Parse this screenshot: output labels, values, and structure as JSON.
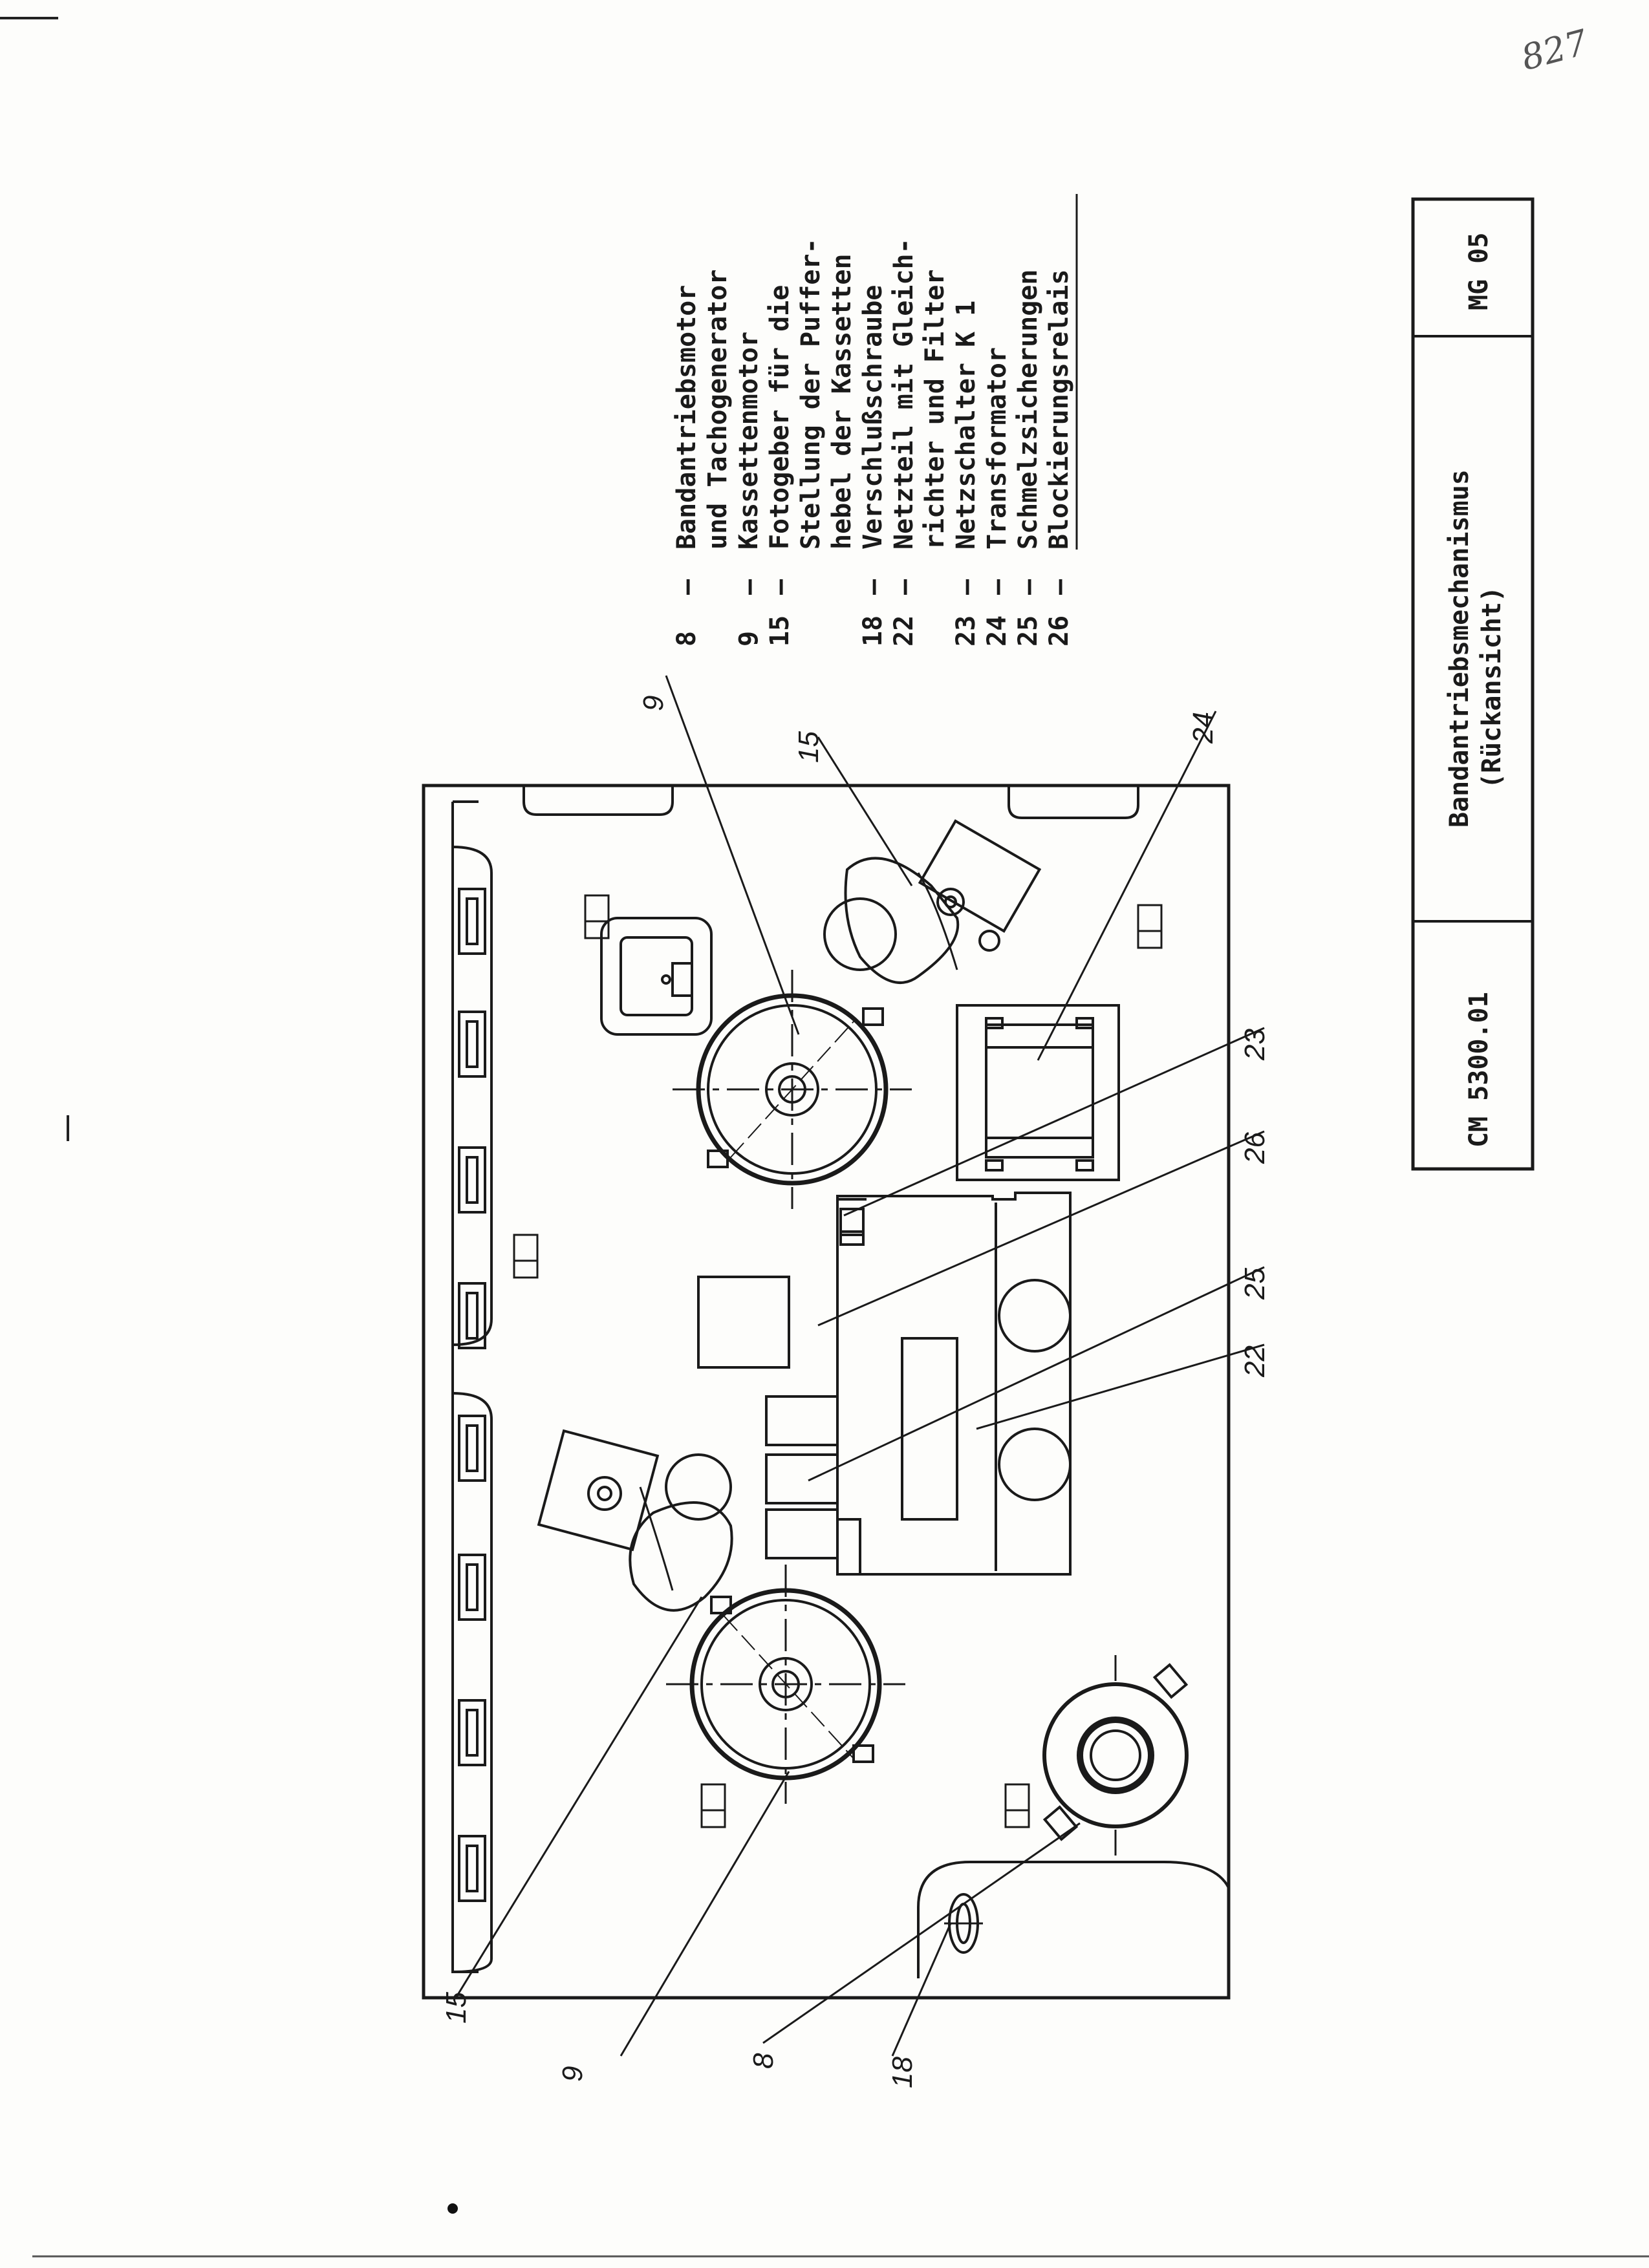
{
  "page_note": "827",
  "legend": [
    {
      "num": "8",
      "lines": [
        "Bandantriebsmotor",
        "und Tachogenerator"
      ]
    },
    {
      "num": "9",
      "lines": [
        "Kassettenmotor"
      ]
    },
    {
      "num": "15",
      "lines": [
        "Fotogeber für die",
        "Stellung der Puffer-",
        "hebel der Kassetten"
      ]
    },
    {
      "num": "18",
      "lines": [
        "Verschlußschraube"
      ]
    },
    {
      "num": "22",
      "lines": [
        "Netzteil mit Gleich-",
        "richter und Filter"
      ]
    },
    {
      "num": "23",
      "lines": [
        "Netzschalter K 1"
      ]
    },
    {
      "num": "24",
      "lines": [
        "Transformator"
      ]
    },
    {
      "num": "25",
      "lines": [
        "Schmelzsicherungen"
      ]
    },
    {
      "num": "26",
      "lines": [
        "Blockierungsrelais"
      ]
    }
  ],
  "title_block": {
    "code": "CM 5300.01",
    "title": "Bandantriebsmechanismus",
    "subtitle": "(Rückansicht)",
    "sheet": "MG 05"
  },
  "callouts": {
    "c15a": "15",
    "c9a": "9",
    "c8": "8",
    "c18": "18",
    "c9b": "9",
    "c15b": "15",
    "c24": "24",
    "c23": "23",
    "c26": "26",
    "c25": "25",
    "c22": "22"
  }
}
